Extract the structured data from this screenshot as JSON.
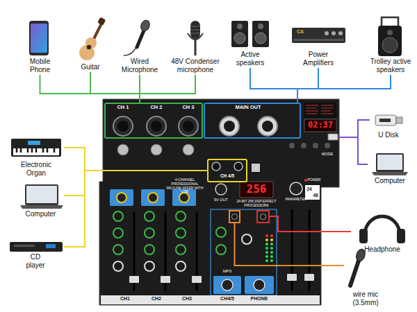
{
  "diagram": {
    "nodes": [
      {
        "text": [
          "Mobile Phone"
        ]
      },
      {
        "text": [
          "Guitar"
        ]
      },
      {
        "text": [
          "Wired Microphone"
        ]
      },
      {
        "text": [
          "48V Condenser microphone"
        ]
      },
      {
        "text": [
          "Active speakers"
        ]
      },
      {
        "text": [
          "Power Amplifiers"
        ]
      },
      {
        "text": [
          "Trolley active speakers"
        ]
      },
      {
        "text": [
          "U Disk"
        ]
      },
      {
        "text": [
          "Computer"
        ]
      },
      {
        "text": [
          "Electronic Organ"
        ]
      },
      {
        "text": [
          "Computer"
        ]
      },
      {
        "text": [
          "CD player"
        ]
      },
      {
        "text": [
          "Headphone"
        ]
      },
      {
        "text": [
          "wire mic (3.5mm)"
        ]
      },
      {
        "text": [
          "4-CHANNEL PROFESSIONAL MIC/LINE MIXER WITH USB",
          "5V OUT",
          "256",
          "24-BIT 256 DSP EFFECT PROCESSORS",
          "PARAMETER",
          "POWER",
          "MODE",
          "02:37",
          "MP3",
          "CH1",
          "CH2",
          "CH3",
          "CH4/5",
          "PHONE",
          "24",
          "48"
        ]
      },
      {
        "text": [
          "CH 1",
          "CH 2",
          "CH 3"
        ],
        "in": 14
      },
      {
        "text": [
          "MAIN OUT"
        ],
        "in": 14
      },
      {
        "text": [
          "CH 4/5"
        ],
        "in": 14
      }
    ],
    "edges": [
      {
        "from": 0,
        "to": 15,
        "arrow": "none"
      },
      {
        "from": 1,
        "to": 15,
        "arrow": "none"
      },
      {
        "from": 2,
        "to": 15,
        "arrow": "none"
      },
      {
        "from": 3,
        "to": 15,
        "arrow": "none"
      },
      {
        "from": 16,
        "to": 4,
        "arrow": "none"
      },
      {
        "from": 16,
        "to": 5,
        "arrow": "none"
      },
      {
        "from": 16,
        "to": 6,
        "arrow": "none"
      },
      {
        "from": 14,
        "to": 7,
        "arrow": "none"
      },
      {
        "from": 14,
        "to": 8,
        "arrow": "none"
      },
      {
        "from": 9,
        "to": 17,
        "arrow": "none"
      },
      {
        "from": 10,
        "to": 17,
        "arrow": "none"
      },
      {
        "from": 11,
        "to": 17,
        "arrow": "none"
      },
      {
        "from": 14,
        "to": 12,
        "arrow": "none"
      },
      {
        "from": 14,
        "to": 13,
        "arrow": "none"
      }
    ],
    "labels": [
      "CA"
    ]
  }
}
